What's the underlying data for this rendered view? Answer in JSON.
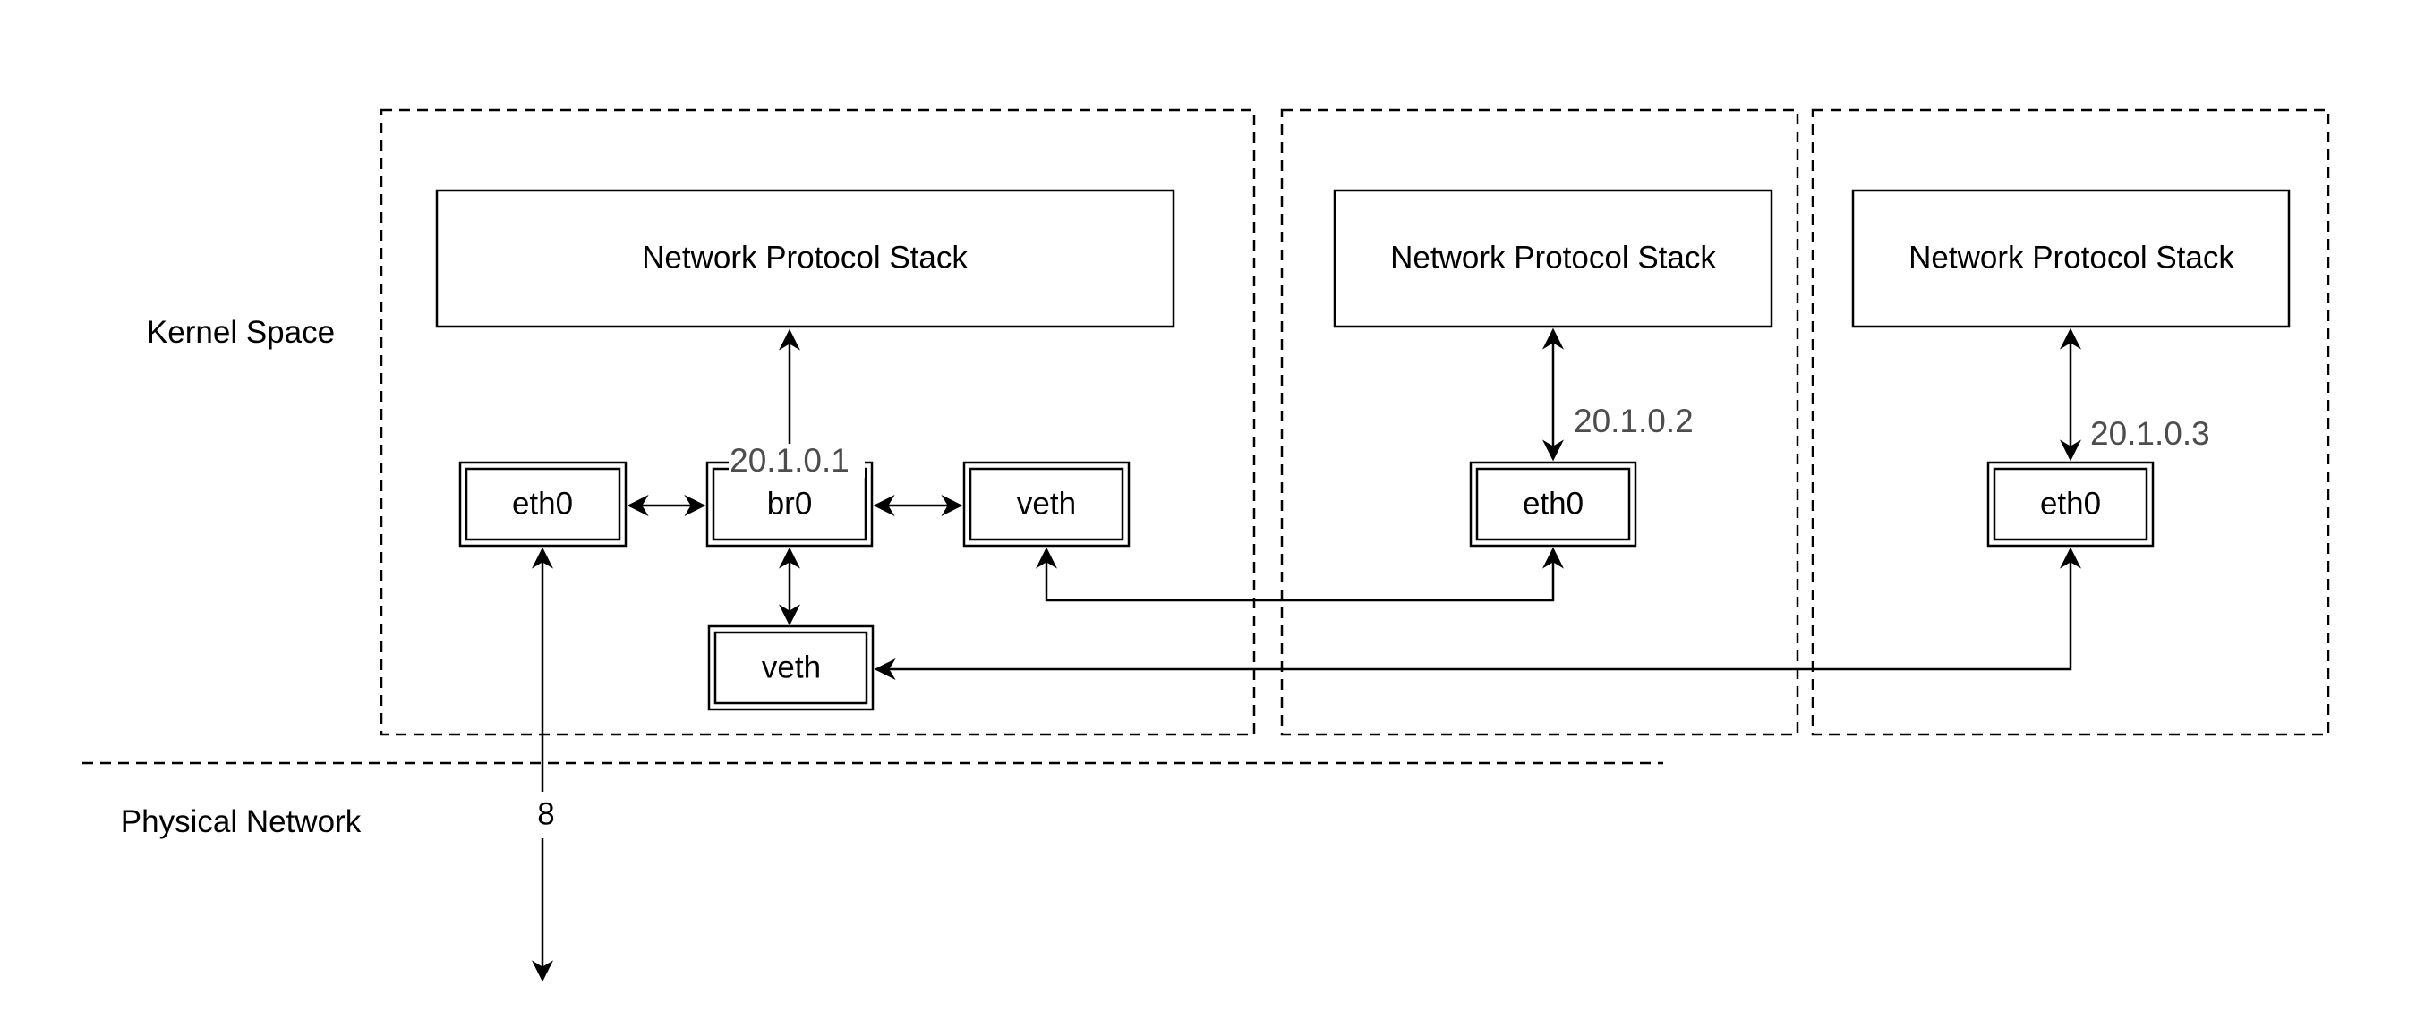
{
  "labels": {
    "kernel_space": "Kernel Space",
    "physical_network": "Physical Network"
  },
  "host": {
    "stack": "Network Protocol Stack",
    "eth0": "eth0",
    "bridge": "br0",
    "bridge_ip": "20.1.0.1",
    "veth_top": "veth",
    "veth_bottom": "veth",
    "uplink_label": "8"
  },
  "containers": [
    {
      "stack": "Network Protocol Stack",
      "eth0": "eth0",
      "ip": "20.1.0.2"
    },
    {
      "stack": "Network Protocol Stack",
      "eth0": "eth0",
      "ip": "20.1.0.3"
    }
  ],
  "colors": {
    "line": "#000000",
    "ip_text": "#4d4d4d"
  }
}
